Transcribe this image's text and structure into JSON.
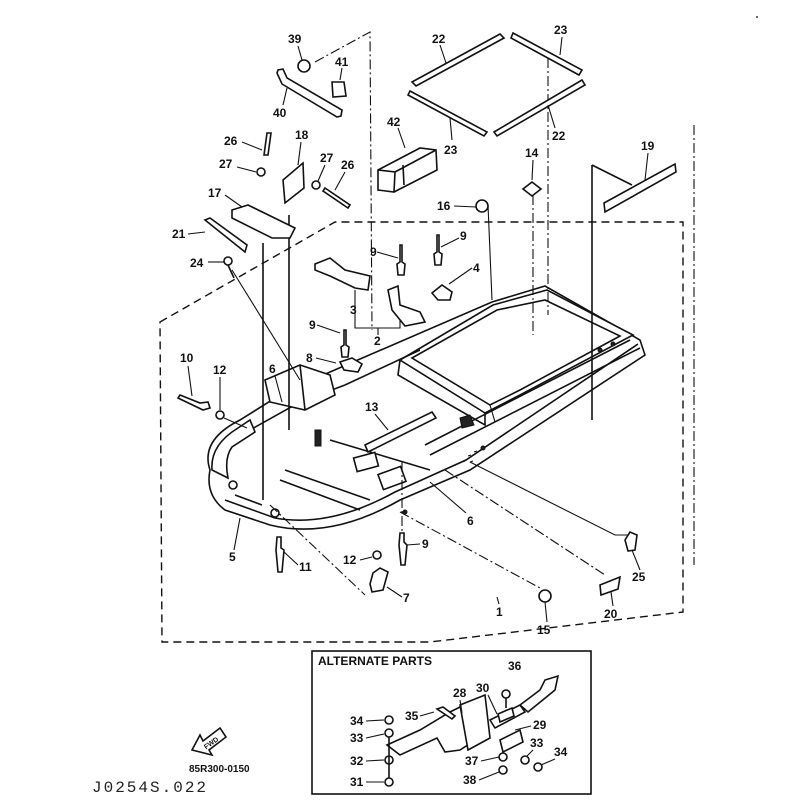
{
  "diagram": {
    "type": "exploded-parts-diagram",
    "callouts": [
      {
        "id": "39",
        "label": "39"
      },
      {
        "id": "41",
        "label": "41"
      },
      {
        "id": "40",
        "label": "40"
      },
      {
        "id": "22a",
        "label": "22"
      },
      {
        "id": "23a",
        "label": "23"
      },
      {
        "id": "23b",
        "label": "23"
      },
      {
        "id": "22b",
        "label": "22"
      },
      {
        "id": "42",
        "label": "42"
      },
      {
        "id": "26a",
        "label": "26"
      },
      {
        "id": "27a",
        "label": "27"
      },
      {
        "id": "18",
        "label": "18"
      },
      {
        "id": "27b",
        "label": "27"
      },
      {
        "id": "26b",
        "label": "26"
      },
      {
        "id": "17",
        "label": "17"
      },
      {
        "id": "21",
        "label": "21"
      },
      {
        "id": "24",
        "label": "24"
      },
      {
        "id": "14",
        "label": "14"
      },
      {
        "id": "19",
        "label": "19"
      },
      {
        "id": "16",
        "label": "16"
      },
      {
        "id": "9a",
        "label": "9"
      },
      {
        "id": "9b",
        "label": "9"
      },
      {
        "id": "4",
        "label": "4"
      },
      {
        "id": "3",
        "label": "3"
      },
      {
        "id": "2",
        "label": "2"
      },
      {
        "id": "9c",
        "label": "9"
      },
      {
        "id": "8",
        "label": "8"
      },
      {
        "id": "10",
        "label": "10"
      },
      {
        "id": "12a",
        "label": "12"
      },
      {
        "id": "6a",
        "label": "6"
      },
      {
        "id": "13",
        "label": "13"
      },
      {
        "id": "6b",
        "label": "6"
      },
      {
        "id": "5",
        "label": "5"
      },
      {
        "id": "11",
        "label": "11"
      },
      {
        "id": "12b",
        "label": "12"
      },
      {
        "id": "9d",
        "label": "9"
      },
      {
        "id": "7",
        "label": "7"
      },
      {
        "id": "1",
        "label": "1"
      },
      {
        "id": "15",
        "label": "15"
      },
      {
        "id": "20",
        "label": "20"
      },
      {
        "id": "25",
        "label": "25"
      }
    ],
    "alternate_parts": {
      "title": "ALTERNATE PARTS",
      "callouts": [
        {
          "id": "36",
          "label": "36"
        },
        {
          "id": "28",
          "label": "28"
        },
        {
          "id": "30",
          "label": "30"
        },
        {
          "id": "35",
          "label": "35"
        },
        {
          "id": "34a",
          "label": "34"
        },
        {
          "id": "33a",
          "label": "33"
        },
        {
          "id": "29",
          "label": "29"
        },
        {
          "id": "33b",
          "label": "33"
        },
        {
          "id": "34b",
          "label": "34"
        },
        {
          "id": "32",
          "label": "32"
        },
        {
          "id": "37",
          "label": "37"
        },
        {
          "id": "31",
          "label": "31"
        },
        {
          "id": "38",
          "label": "38"
        }
      ]
    },
    "direction_marker": "FWD",
    "drawing_code": "85R300-0150",
    "scanned_code": "J0254S.022"
  }
}
